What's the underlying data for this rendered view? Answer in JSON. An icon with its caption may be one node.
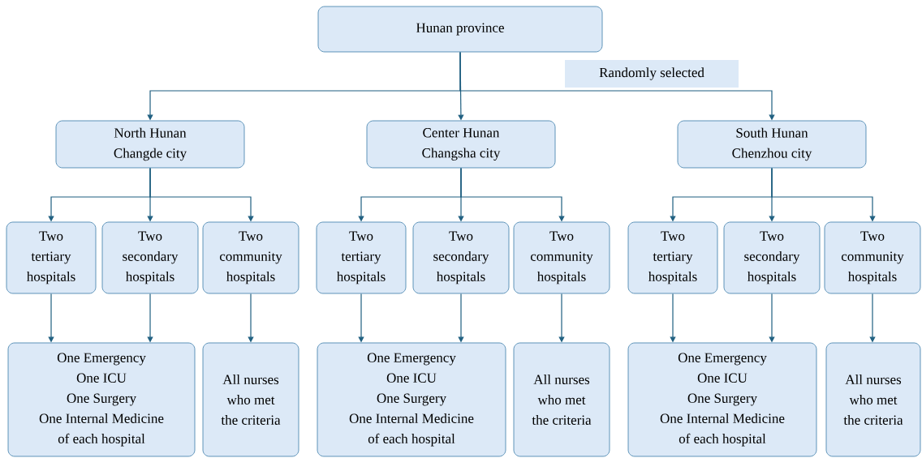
{
  "diagram": {
    "nodes": [
      {
        "text": [
          "Hunan province"
        ]
      },
      {
        "text": [
          "Randomly selected"
        ]
      },
      {
        "text": [
          "North Hunan",
          "Changde city"
        ]
      },
      {
        "text": [
          "Center Hunan",
          "Changsha city"
        ]
      },
      {
        "text": [
          "South Hunan",
          "Chenzhou city"
        ]
      },
      {
        "text": [
          "Two",
          "tertiary",
          "hospitals"
        ]
      },
      {
        "text": [
          "Two",
          "secondary",
          "hospitals"
        ]
      },
      {
        "text": [
          "Two",
          "community",
          "hospitals"
        ]
      },
      {
        "text": [
          "Two",
          "tertiary",
          "hospitals"
        ]
      },
      {
        "text": [
          "Two",
          "secondary",
          "hospitals"
        ]
      },
      {
        "text": [
          "Two",
          "community",
          "hospitals"
        ]
      },
      {
        "text": [
          "Two",
          "tertiary",
          "hospitals"
        ]
      },
      {
        "text": [
          "Two",
          "secondary",
          "hospitals"
        ]
      },
      {
        "text": [
          "Two",
          "community",
          "hospitals"
        ]
      },
      {
        "text": [
          "One Emergency",
          "One ICU",
          "One Surgery",
          "One Internal Medicine",
          "of each hospital"
        ]
      },
      {
        "text": [
          "All nurses",
          "who met",
          "the criteria"
        ]
      },
      {
        "text": [
          "One Emergency",
          "One ICU",
          "One Surgery",
          "One Internal Medicine",
          "of each hospital"
        ]
      },
      {
        "text": [
          "All nurses",
          "who met",
          "the criteria"
        ]
      },
      {
        "text": [
          "One Emergency",
          "One ICU",
          "One Surgery",
          "One Internal Medicine",
          "of each hospital"
        ]
      },
      {
        "text": [
          "All nurses",
          "who met",
          "the criteria"
        ]
      }
    ],
    "edges": [
      {
        "from": 0,
        "to": 2,
        "arrow": "to"
      },
      {
        "from": 0,
        "to": 3,
        "arrow": "to"
      },
      {
        "from": 0,
        "to": 4,
        "arrow": "to"
      },
      {
        "from": 2,
        "to": 5,
        "arrow": "to"
      },
      {
        "from": 2,
        "to": 6,
        "arrow": "to"
      },
      {
        "from": 2,
        "to": 7,
        "arrow": "to"
      },
      {
        "from": 3,
        "to": 8,
        "arrow": "to"
      },
      {
        "from": 3,
        "to": 9,
        "arrow": "to"
      },
      {
        "from": 3,
        "to": 10,
        "arrow": "to"
      },
      {
        "from": 4,
        "to": 11,
        "arrow": "to"
      },
      {
        "from": 4,
        "to": 12,
        "arrow": "to"
      },
      {
        "from": 4,
        "to": 13,
        "arrow": "to"
      },
      {
        "from": 5,
        "to": 14,
        "arrow": "to"
      },
      {
        "from": 6,
        "to": 14,
        "arrow": "to"
      },
      {
        "from": 7,
        "to": 15,
        "arrow": "to"
      },
      {
        "from": 8,
        "to": 16,
        "arrow": "to"
      },
      {
        "from": 9,
        "to": 16,
        "arrow": "to"
      },
      {
        "from": 10,
        "to": 17,
        "arrow": "to"
      },
      {
        "from": 11,
        "to": 18,
        "arrow": "to"
      },
      {
        "from": 12,
        "to": 18,
        "arrow": "to"
      },
      {
        "from": 13,
        "to": 19,
        "arrow": "to"
      }
    ]
  }
}
